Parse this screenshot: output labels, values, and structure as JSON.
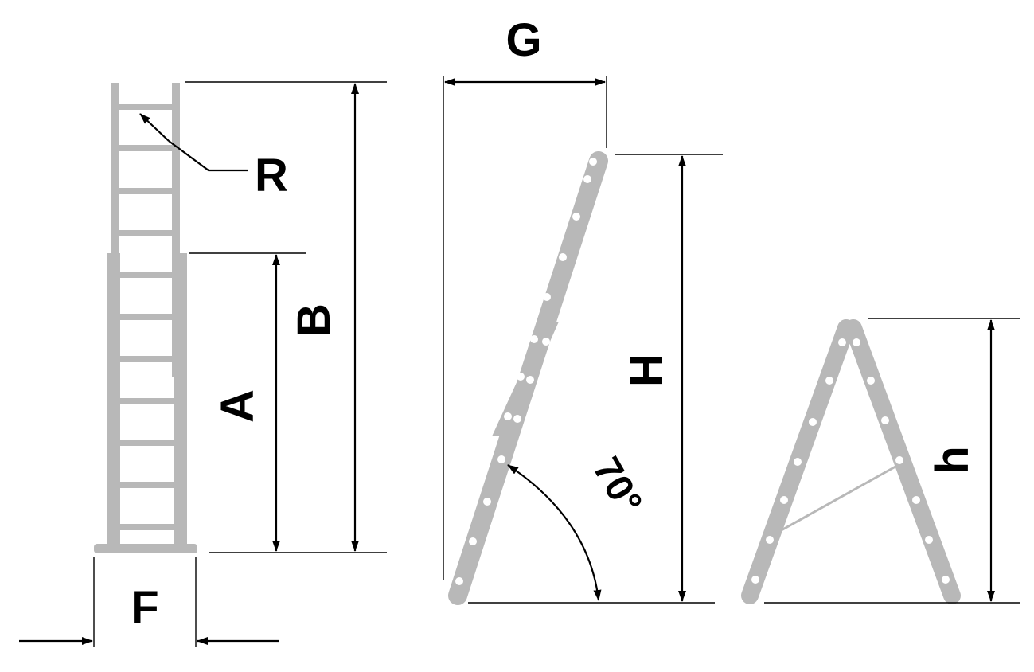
{
  "labels": {
    "R": "R",
    "A": "A",
    "B": "B",
    "F": "F",
    "G": "G",
    "H": "H",
    "h": "h",
    "angle": "70°"
  },
  "colors": {
    "ladder": "#b8b8b8",
    "lines": "#000000",
    "background": "#ffffff"
  }
}
